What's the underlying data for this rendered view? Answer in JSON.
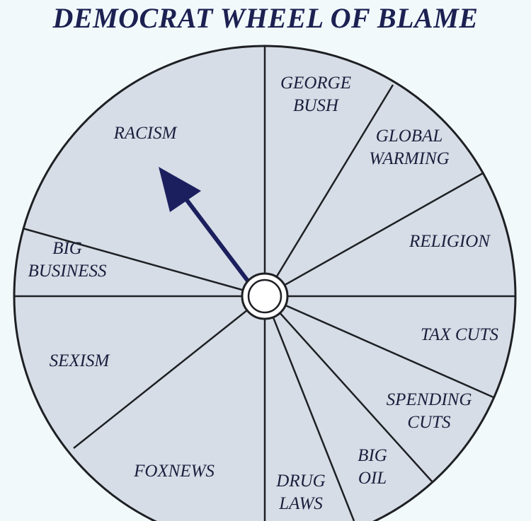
{
  "title": "DEMOCRAT WHEEL OF BLAME",
  "colors": {
    "background": "#f1f9fb",
    "wheel_fill": "#d6dde6",
    "line": "#1e2024",
    "text": "#1b1f3d",
    "arrow": "#1c1f5e",
    "title": "#1c2152"
  },
  "wheel": {
    "segments": [
      {
        "label_lines": [
          "GEORGE",
          "BUSH"
        ]
      },
      {
        "label_lines": [
          "GLOBAL",
          "WARMING"
        ]
      },
      {
        "label_lines": [
          "RELIGION"
        ]
      },
      {
        "label_lines": [
          "TAX CUTS"
        ]
      },
      {
        "label_lines": [
          "SPENDING",
          "CUTS"
        ]
      },
      {
        "label_lines": [
          "BIG",
          "OIL"
        ]
      },
      {
        "label_lines": [
          "DRUG",
          "LAWS"
        ]
      },
      {
        "label_lines": [
          "FOXNEWS"
        ]
      },
      {
        "label_lines": [
          "SEXISM"
        ]
      },
      {
        "label_lines": [
          "BIG",
          "BUSINESS"
        ]
      },
      {
        "label_lines": [
          "RACISM"
        ]
      }
    ],
    "pointer_target": "RACISM"
  }
}
